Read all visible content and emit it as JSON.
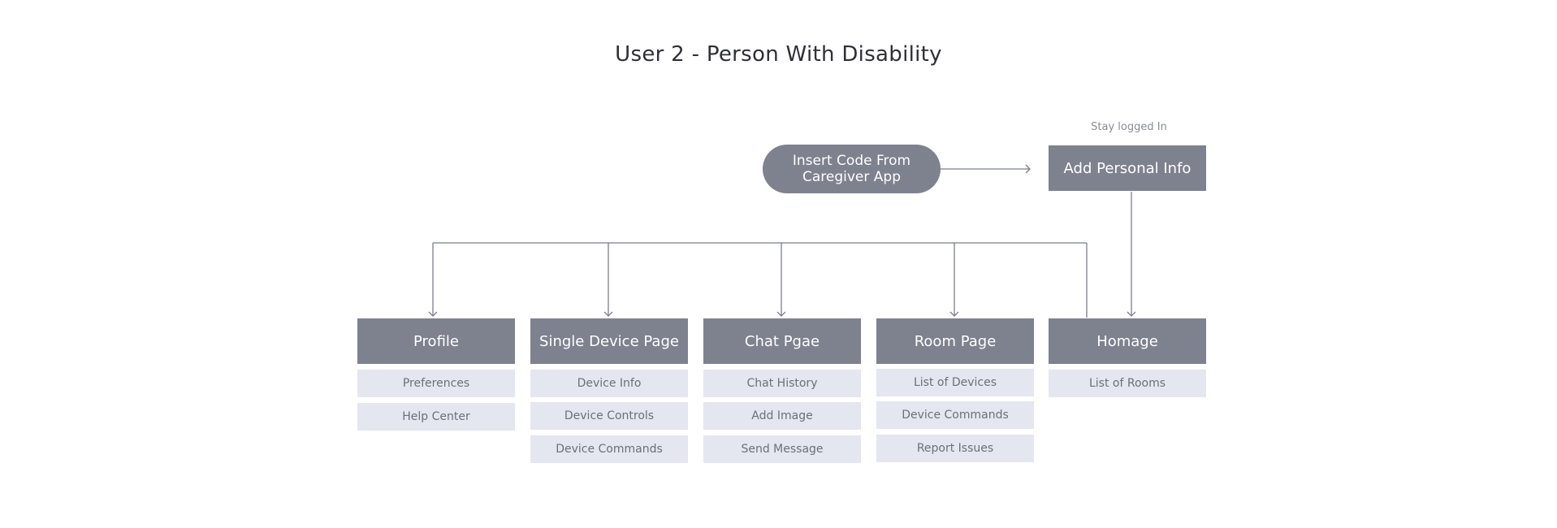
{
  "title": "User 2 - Person With Disability",
  "note": "Stay logged In",
  "start_node": "Insert Code From Caregiver App",
  "personal_info_node": "Add Personal Info",
  "pages": [
    {
      "title": "Profile",
      "items": [
        "Preferences",
        "Help Center"
      ]
    },
    {
      "title": "Single Device Page",
      "items": [
        "Device Info",
        "Device Controls",
        "Device Commands"
      ]
    },
    {
      "title": "Chat Pgae",
      "items": [
        "Chat History",
        "Add Image",
        "Send Message"
      ]
    },
    {
      "title": "Room Page",
      "items": [
        "List of Devices",
        "Device Commands",
        "Report Issues"
      ]
    },
    {
      "title": "Homage",
      "items": [
        "List of Rooms"
      ]
    }
  ],
  "colors": {
    "node": "#7e818e",
    "sub_item": "#e4e6f0",
    "connector": "#7b7e8b",
    "title_text": "#2f2f37"
  }
}
